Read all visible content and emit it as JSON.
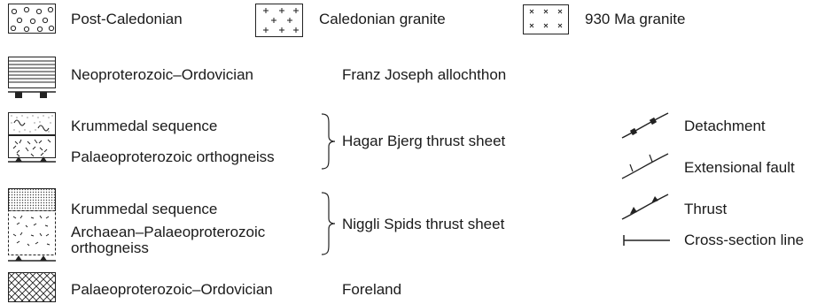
{
  "top_row": {
    "post_caledonian": "Post-Caledonian",
    "caledonian_granite": "Caledonian granite",
    "granite_930": "930 Ma granite"
  },
  "units": {
    "neoproterozoic_ordovician": "Neoproterozoic–Ordovician",
    "franz_joseph": "Franz Joseph allochthon",
    "krummedal_1": "Krummedal sequence",
    "palaeo_orthogneiss": "Palaeoproterozoic orthogneiss",
    "hagar_bjerg": "Hagar Bjerg thrust sheet",
    "krummedal_2": "Krummedal sequence",
    "archaean_line1": "Archaean–Palaeoproterozoic",
    "archaean_line2": "orthogneiss",
    "niggli_spids": "Niggli Spids thrust sheet",
    "palaeo_ordovician": "Palaeoproterozoic–Ordovician",
    "foreland": "Foreland"
  },
  "structures": {
    "detachment": "Detachment",
    "extensional_fault": "Extensional fault",
    "thrust": "Thrust",
    "cross_section": "Cross-section line"
  },
  "icons": [
    "circles-pattern-icon",
    "plus-pattern-icon",
    "cross-pattern-icon",
    "horizontal-lines-pattern-icon",
    "wavy-dots-pattern-icon",
    "dash-pattern-icon",
    "dots-pattern-icon",
    "crosshatch-pattern-icon",
    "detachment-symbol-icon",
    "extensional-fault-symbol-icon",
    "thrust-symbol-icon",
    "cross-section-line-icon"
  ]
}
